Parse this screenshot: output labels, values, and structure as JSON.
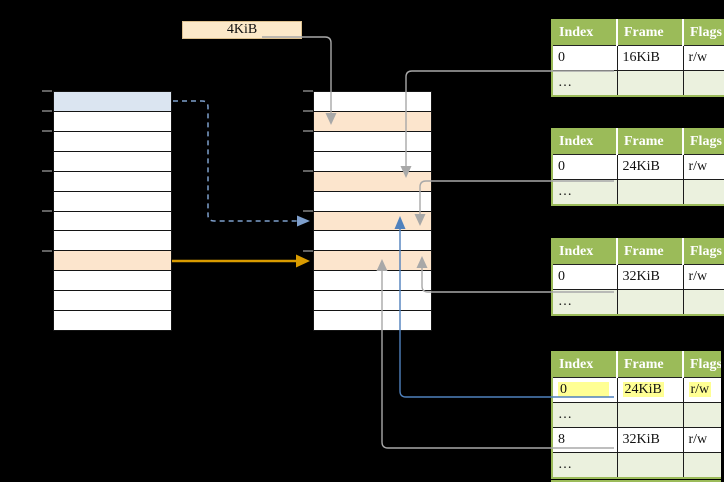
{
  "label_box": {
    "text": "4KiB"
  },
  "memory_columns": {
    "left": {
      "rows": [
        "blue",
        "white",
        "white",
        "white",
        "white",
        "white",
        "white",
        "white",
        "orange",
        "white",
        "white",
        "white"
      ]
    },
    "middle": {
      "rows": [
        "white",
        "orange",
        "white",
        "white",
        "orange",
        "white",
        "orange",
        "white",
        "orange",
        "white",
        "white",
        "white"
      ]
    }
  },
  "page_tables": [
    {
      "headers": [
        "Index",
        "Frame",
        "Flags"
      ],
      "rows": [
        {
          "cells": [
            "0",
            "16KiB",
            "r/w"
          ],
          "shade": "white",
          "highlight": false
        },
        {
          "cells": [
            "…",
            "",
            ""
          ],
          "shade": "green",
          "highlight": false
        }
      ]
    },
    {
      "headers": [
        "Index",
        "Frame",
        "Flags"
      ],
      "rows": [
        {
          "cells": [
            "0",
            "24KiB",
            "r/w"
          ],
          "shade": "white",
          "highlight": false
        },
        {
          "cells": [
            "…",
            "",
            ""
          ],
          "shade": "green",
          "highlight": false
        }
      ]
    },
    {
      "headers": [
        "Index",
        "Frame",
        "Flags"
      ],
      "rows": [
        {
          "cells": [
            "0",
            "32KiB",
            "r/w"
          ],
          "shade": "white",
          "highlight": false
        },
        {
          "cells": [
            "…",
            "",
            ""
          ],
          "shade": "green",
          "highlight": false
        }
      ]
    },
    {
      "headers": [
        "Index",
        "Frame",
        "Flags"
      ],
      "rows": [
        {
          "cells": [
            "0",
            "24KiB",
            "r/w"
          ],
          "shade": "white",
          "highlight": true
        },
        {
          "cells": [
            "…",
            "",
            ""
          ],
          "shade": "green",
          "highlight": false
        },
        {
          "cells": [
            "8",
            "32KiB",
            "r/w"
          ],
          "shade": "white",
          "highlight": false
        },
        {
          "cells": [
            "…",
            "",
            ""
          ],
          "shade": "green",
          "highlight": false
        }
      ]
    }
  ],
  "colors": {
    "header_green": "#9BBB59",
    "row_green": "#EBF1DE",
    "row_orange": "#FCE5CD",
    "row_blue": "#DBE5F1",
    "label_cream": "#FCE9C9",
    "arrow_gray": "#A8A8A8",
    "arrow_blue": "#4F81BD",
    "arrow_dashed_blue": "#7E9FCC",
    "arrow_gold": "#D99B00",
    "highlight_yellow": "#FFFF94",
    "tick_gray": "#8C8C8C"
  }
}
